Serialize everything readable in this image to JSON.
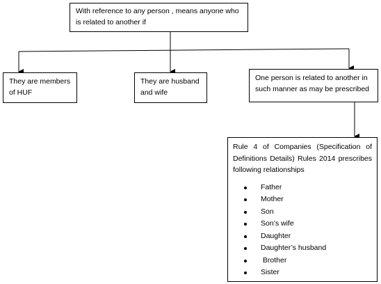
{
  "diagram": {
    "root": {
      "text": "With reference to any person , means anyone who is related to another if"
    },
    "conditions": [
      {
        "text": "They are members of HUF"
      },
      {
        "text": "They are husband and wife"
      },
      {
        "text": "One person is related to another in such manner as may be prescribed"
      }
    ],
    "rule": {
      "text": "Rule 4 of Companies (Specification of Definitions Details) Rules 2014 prescribes following relationships",
      "relationships": [
        "Father",
        "Mother",
        "Son",
        "Son’s wife",
        "Daughter",
        "Daughter’s husband",
        " Brother",
        "Sister"
      ]
    }
  },
  "colors": {
    "line": "#000000",
    "box_border": "#000000",
    "background": "#ffffff"
  }
}
